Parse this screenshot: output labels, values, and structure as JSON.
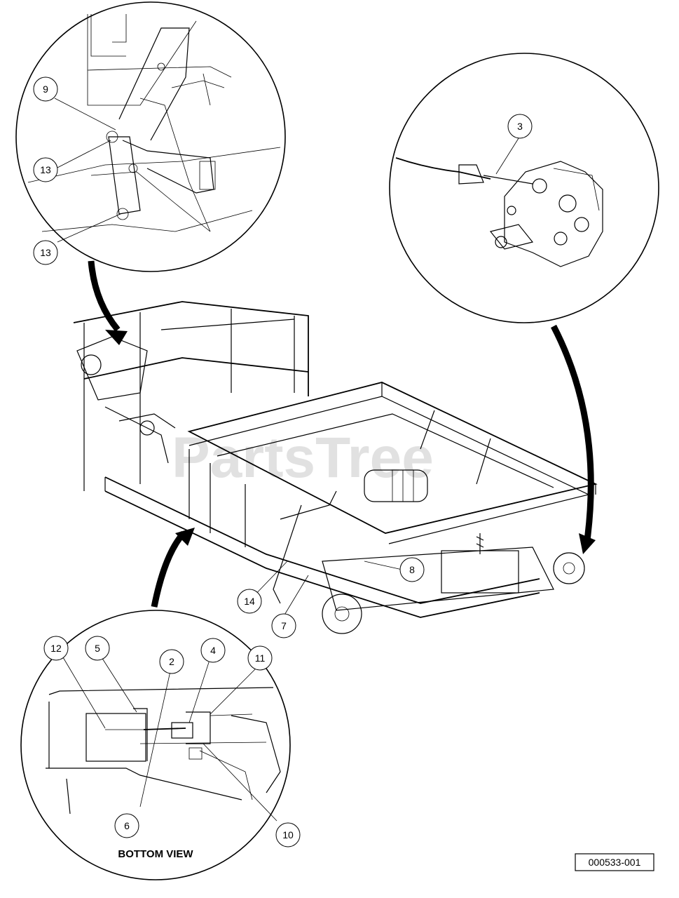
{
  "callouts": [
    {
      "id": "c9",
      "label": "9"
    },
    {
      "id": "c13a",
      "label": "13"
    },
    {
      "id": "c13b",
      "label": "13"
    },
    {
      "id": "c3",
      "label": "3"
    },
    {
      "id": "c8",
      "label": "8"
    },
    {
      "id": "c14",
      "label": "14"
    },
    {
      "id": "c7",
      "label": "7"
    },
    {
      "id": "c12",
      "label": "12"
    },
    {
      "id": "c5",
      "label": "5"
    },
    {
      "id": "c2",
      "label": "2"
    },
    {
      "id": "c4",
      "label": "4"
    },
    {
      "id": "c11",
      "label": "11"
    },
    {
      "id": "c6",
      "label": "6"
    },
    {
      "id": "c10",
      "label": "10"
    }
  ],
  "bottom_view_caption": "BOTTOM VIEW",
  "part_number": "000533-001",
  "watermark": "PartsTree"
}
